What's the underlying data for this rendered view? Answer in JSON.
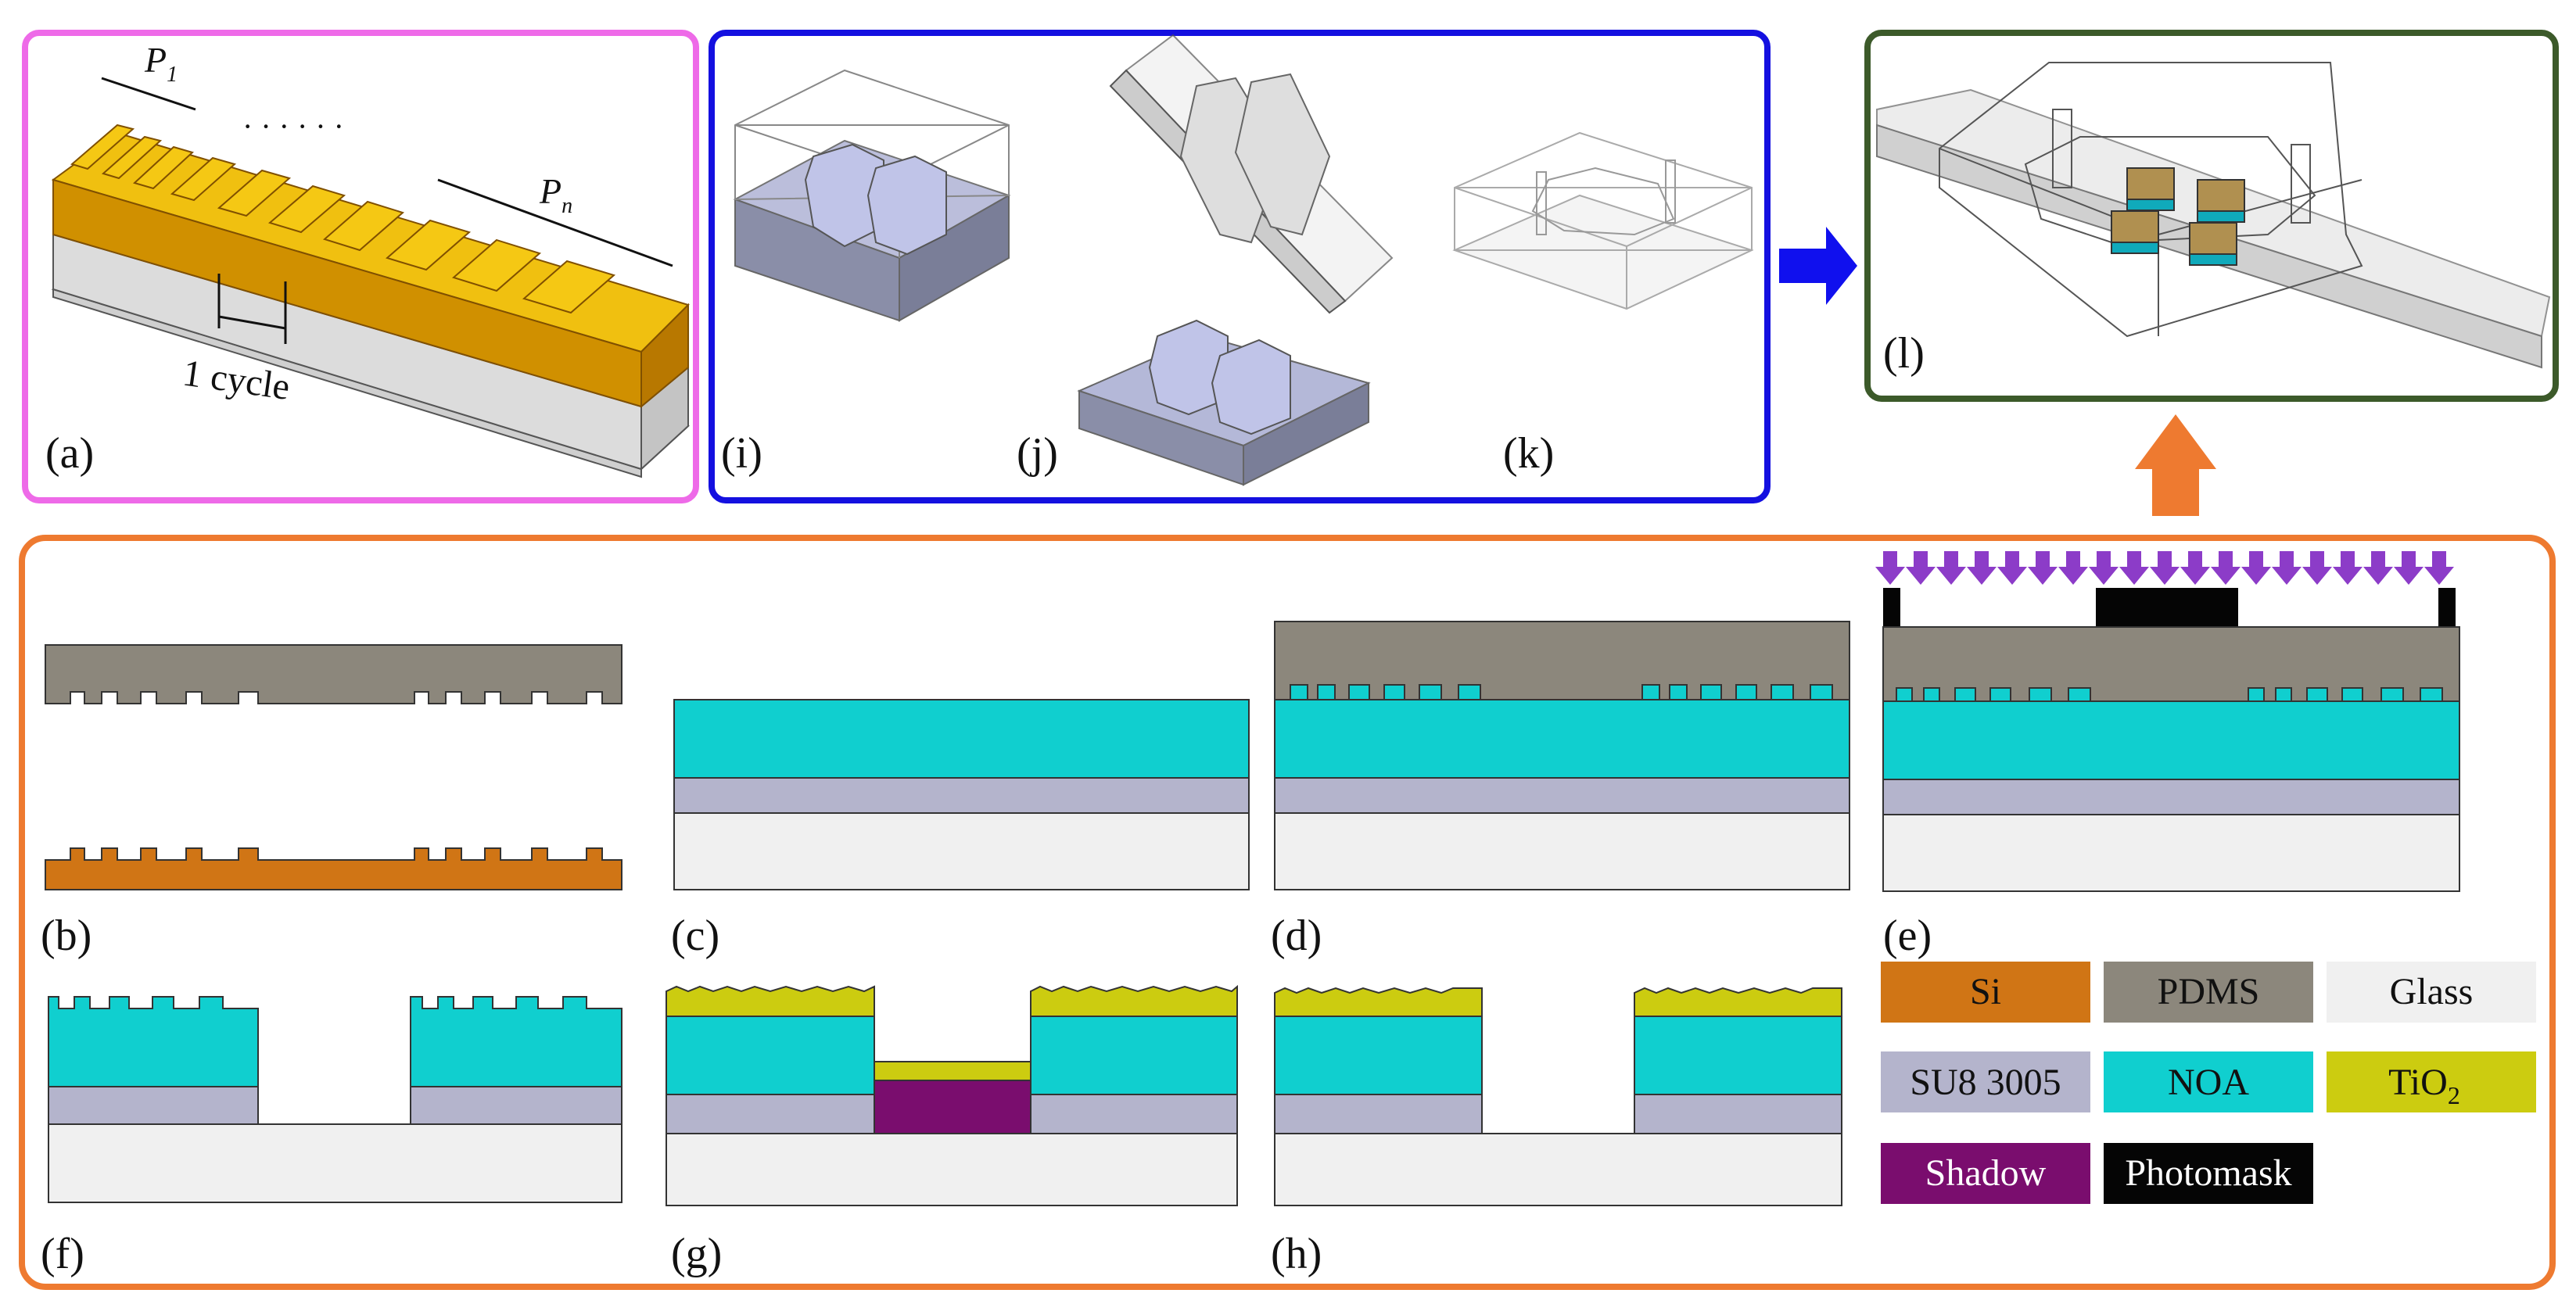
{
  "labels": {
    "a": "(a)",
    "b": "(b)",
    "c": "(c)",
    "d": "(d)",
    "e": "(e)",
    "f": "(f)",
    "g": "(g)",
    "h": "(h)",
    "i": "(i)",
    "j": "(j)",
    "k": "(k)",
    "l": "(l)"
  },
  "annotations": {
    "p1": "P",
    "p1_sub": "1",
    "pn": "P",
    "pn_sub": "n",
    "dots": "· · · · · ·",
    "cycle": "1 cycle"
  },
  "legend": [
    {
      "label": "Si",
      "color": "#d07515",
      "text_color": "#111111"
    },
    {
      "label": "PDMS",
      "color": "#8c877c",
      "text_color": "#111111"
    },
    {
      "label": "Glass",
      "color": "#f0f0f0",
      "text_color": "#111111"
    },
    {
      "label": "SU8 3005",
      "color": "#b4b4cc",
      "text_color": "#111111"
    },
    {
      "label": "NOA",
      "color": "#10cfcf",
      "text_color": "#111111"
    },
    {
      "label": "TiO",
      "sub": "2",
      "color": "#cccc10",
      "text_color": "#111111"
    },
    {
      "label": "Shadow",
      "color": "#7a0d6e",
      "text_color": "#ffffff"
    },
    {
      "label": "Photomask",
      "color": "#050505",
      "text_color": "#ffffff"
    }
  ],
  "colors": {
    "frame_a": "#ee6ae8",
    "frame_ijk": "#1410e0",
    "frame_l": "#3c5a2a",
    "frame_bottom": "#ee7a30",
    "arrow_blue": "#1010ee",
    "arrow_orange": "#ee7a30",
    "uv_arrow": "#8c3cc8",
    "gold": "#f0c010",
    "gold_side": "#d09000"
  }
}
